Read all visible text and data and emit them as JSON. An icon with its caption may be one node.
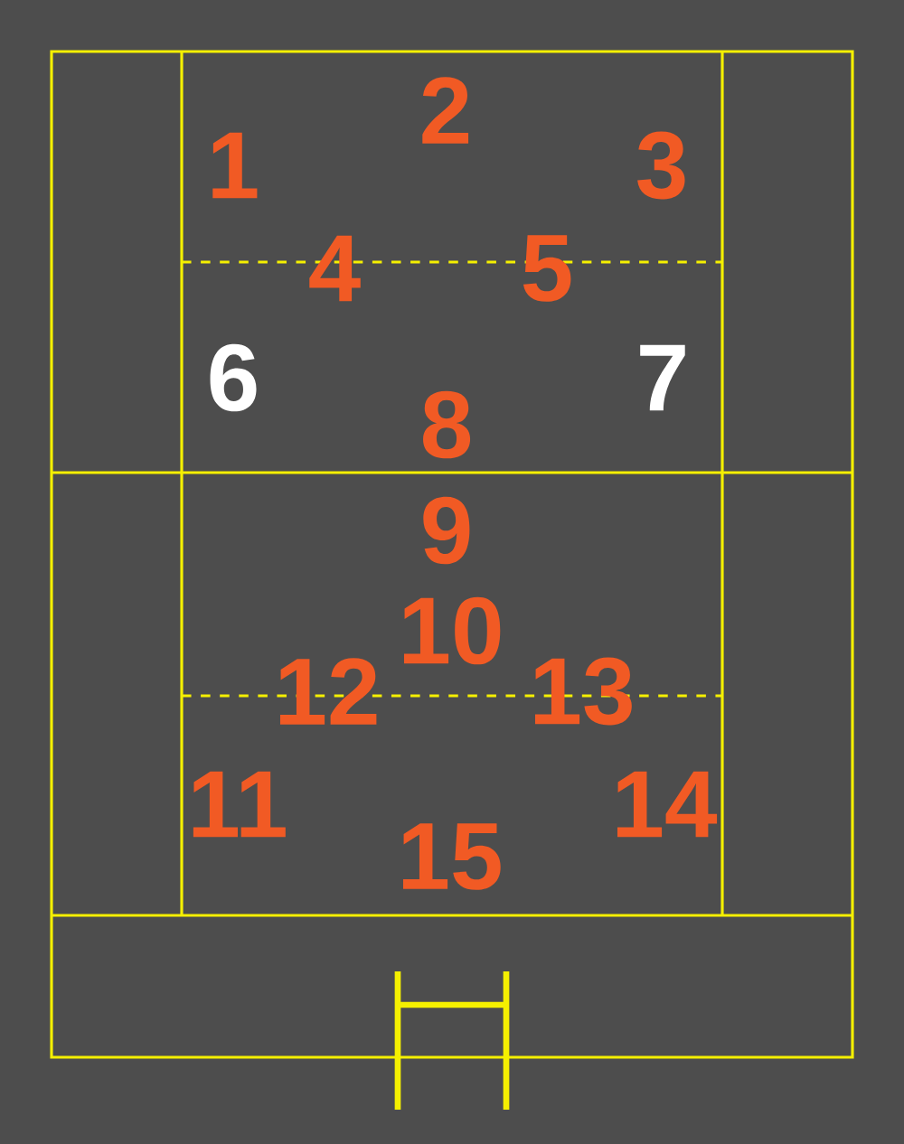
{
  "diagram": {
    "labels": [
      "1",
      "2",
      "3",
      "4",
      "5",
      "6",
      "7",
      "8",
      "9",
      "10",
      "11",
      "12",
      "13",
      "14",
      "15"
    ]
  }
}
